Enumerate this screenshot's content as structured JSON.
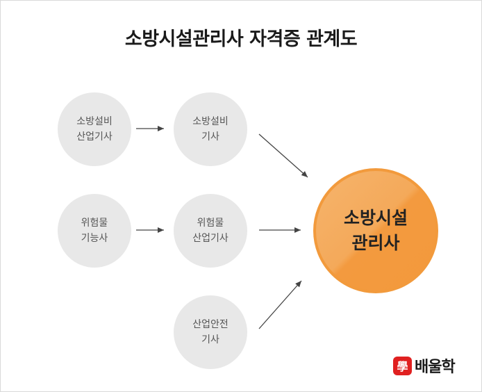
{
  "title": "소방시설관리사 자격증 관계도",
  "nodes": {
    "fire_equipment_industrial_engineer": [
      "소방설비",
      "산업기사"
    ],
    "fire_equipment_engineer": [
      "소방설비",
      "기사"
    ],
    "hazmat_craftsman": [
      "위험물",
      "기능사"
    ],
    "hazmat_industrial_engineer": [
      "위험물",
      "산업기사"
    ],
    "industrial_safety_engineer": [
      "산업안전",
      "기사"
    ]
  },
  "target": [
    "소방시설",
    "관리사"
  ],
  "edges": [
    {
      "from": "fire_equipment_industrial_engineer",
      "to": "fire_equipment_engineer"
    },
    {
      "from": "fire_equipment_engineer",
      "to": "target"
    },
    {
      "from": "hazmat_craftsman",
      "to": "hazmat_industrial_engineer"
    },
    {
      "from": "hazmat_industrial_engineer",
      "to": "target"
    },
    {
      "from": "industrial_safety_engineer",
      "to": "target"
    }
  ],
  "brand": {
    "seal": "學",
    "name": "배울학"
  },
  "colors": {
    "node_fill": "#e8e8e8",
    "target_fill": "#f4a95a",
    "target_border": "#f29a3c",
    "arrow": "#444444",
    "brand_red": "#e02020"
  }
}
